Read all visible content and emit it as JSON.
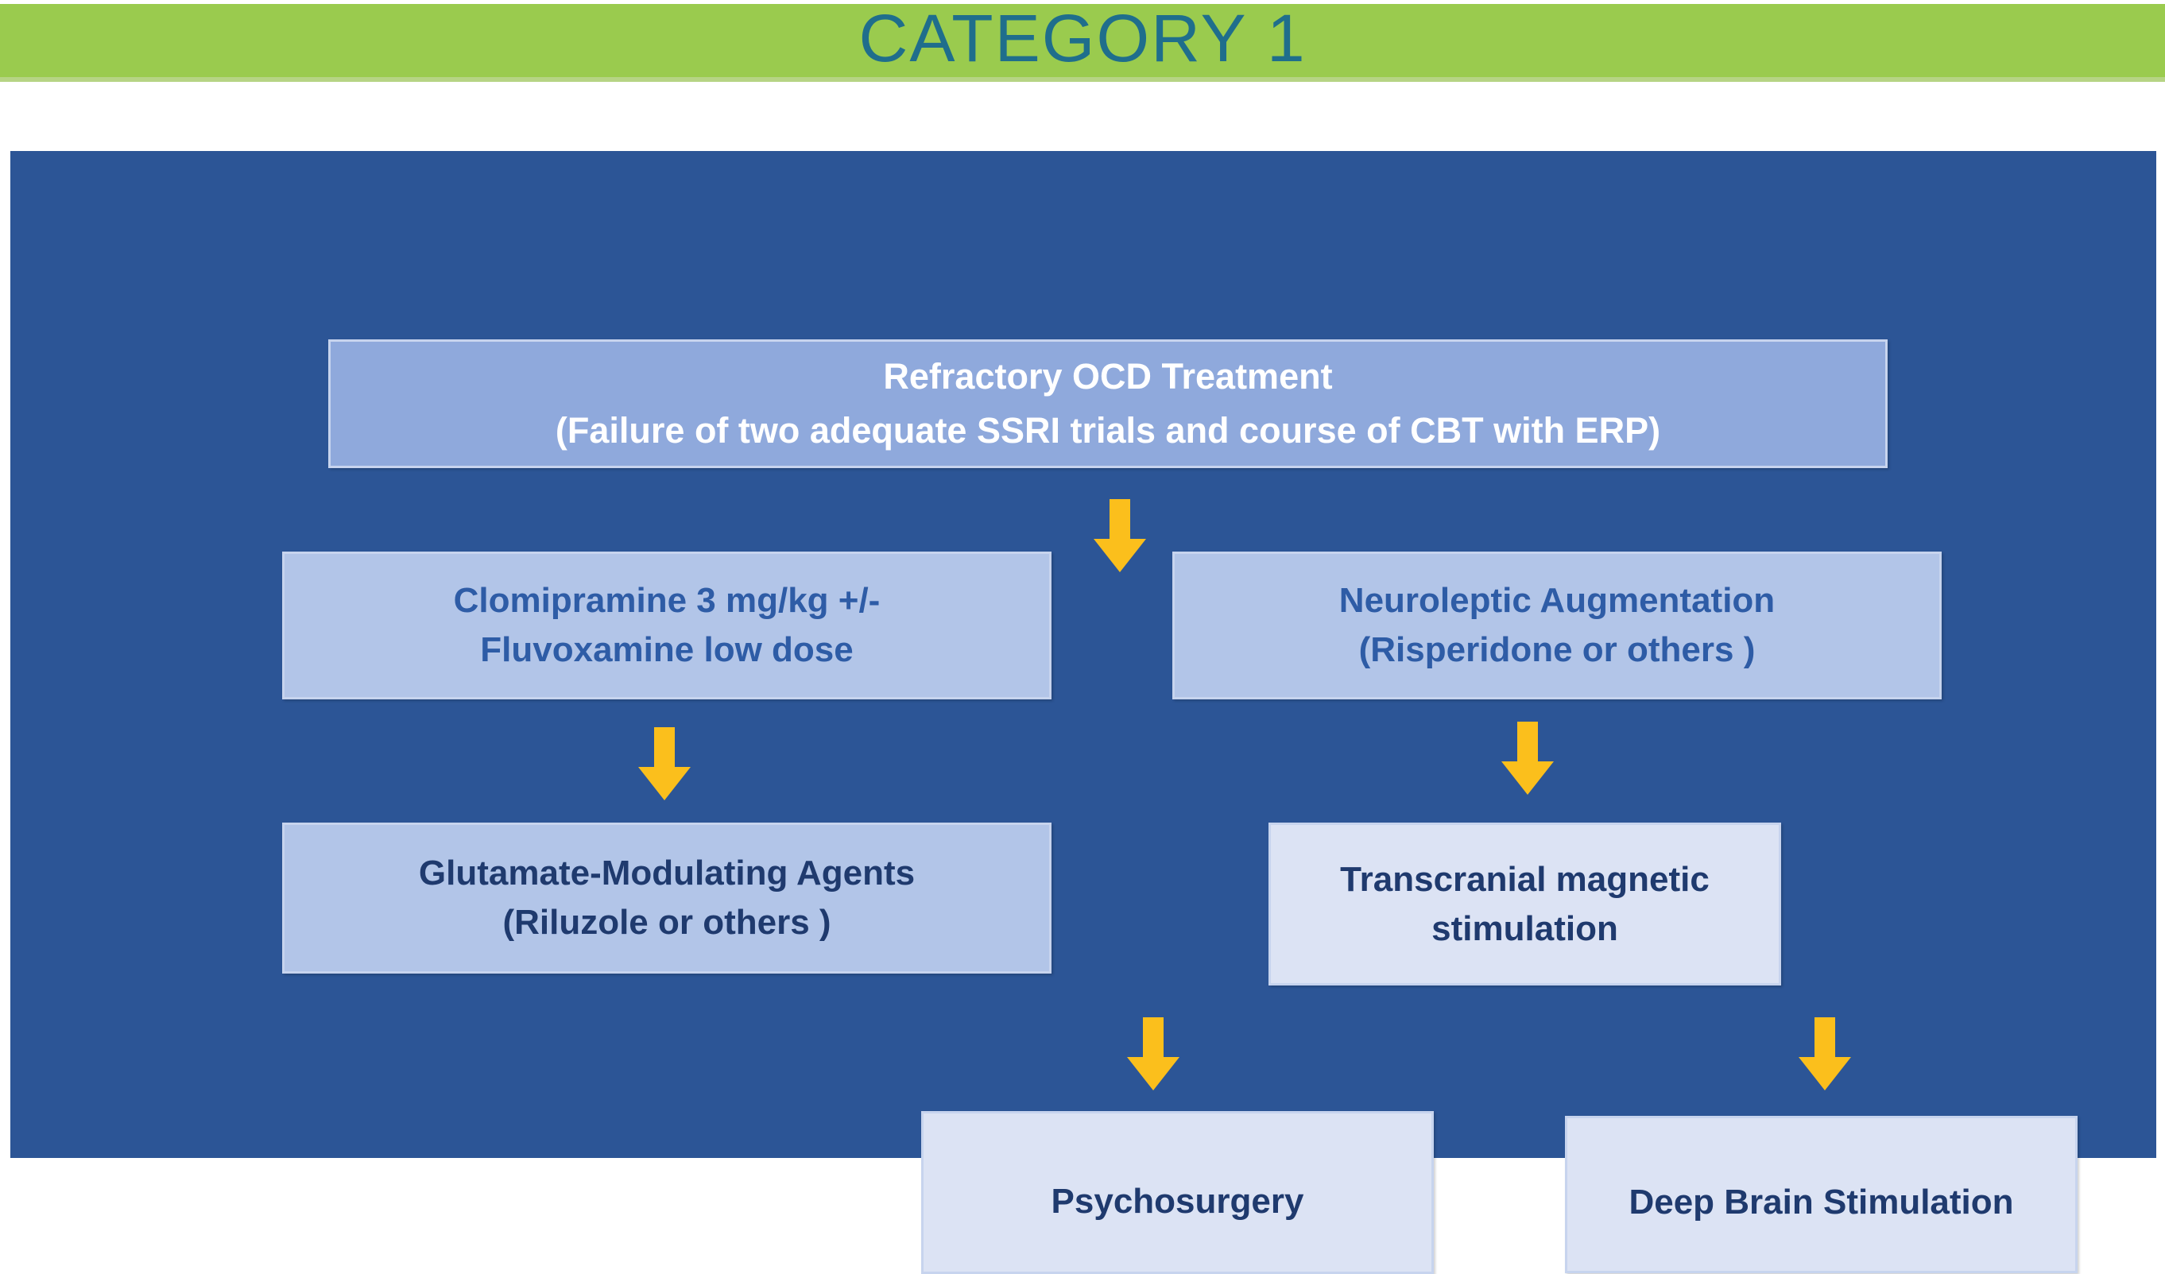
{
  "header": {
    "title": "CATEGORY 1",
    "band_color": "#9ACB4E",
    "title_color": "#1F6E8C"
  },
  "panel": {
    "background_color": "#2C5596"
  },
  "palette": {
    "arrow_color": "#FBBF1C",
    "root_box_fill": "#8FA9DC",
    "mid_box_fill": "#B2C5E8",
    "light_box_fill": "#DCE3F4",
    "box_border": "#C7D4EE",
    "root_text": "#FFFFFF",
    "mid_text": "#2E5CA6",
    "dark_text": "#1F3A6E"
  },
  "flowchart": {
    "type": "diagram",
    "title": "CATEGORY 1",
    "nodes": [
      {
        "id": "root",
        "label": "Refractory OCD Treatment\n(Failure of two adequate SSRI trials and course of CBT with ERP)",
        "line1": "Refractory OCD Treatment",
        "line2": "(Failure of two adequate SSRI trials and course of CBT with ERP)"
      },
      {
        "id": "clomipramine",
        "label": "Clomipramine 3 mg/kg +/-\nFluvoxamine low dose",
        "line1": "Clomipramine 3 mg/kg +/-",
        "line2": "Fluvoxamine low dose"
      },
      {
        "id": "neuroleptic",
        "label": "Neuroleptic Augmentation\n(Risperidone or others )",
        "line1": "Neuroleptic Augmentation",
        "line2": "(Risperidone or others )"
      },
      {
        "id": "glutamate",
        "label": "Glutamate-Modulating Agents\n(Riluzole or others )",
        "line1": "Glutamate-Modulating Agents",
        "line2": "(Riluzole or others )"
      },
      {
        "id": "tms",
        "label": "Transcranial magnetic\nstimulation",
        "line1": "Transcranial magnetic",
        "line2": "stimulation"
      },
      {
        "id": "psychosurgery",
        "label": "Psychosurgery",
        "line1": "Psychosurgery",
        "line2": ""
      },
      {
        "id": "dbs",
        "label": "Deep Brain Stimulation",
        "line1": "Deep Brain Stimulation",
        "line2": ""
      }
    ],
    "edges": [
      {
        "id": "root-down",
        "from": "root",
        "to": "branch",
        "icon": "down-arrow-icon"
      },
      {
        "id": "clomi-down",
        "from": "clomipramine",
        "to": "glutamate",
        "icon": "down-arrow-icon"
      },
      {
        "id": "neuro-down",
        "from": "neuroleptic",
        "to": "tms",
        "icon": "down-arrow-icon"
      },
      {
        "id": "glut-down",
        "from": "glutamate",
        "to": "psychosurgery",
        "icon": "down-arrow-icon"
      },
      {
        "id": "tms-down",
        "from": "tms",
        "to": "dbs",
        "icon": "down-arrow-icon"
      }
    ]
  }
}
